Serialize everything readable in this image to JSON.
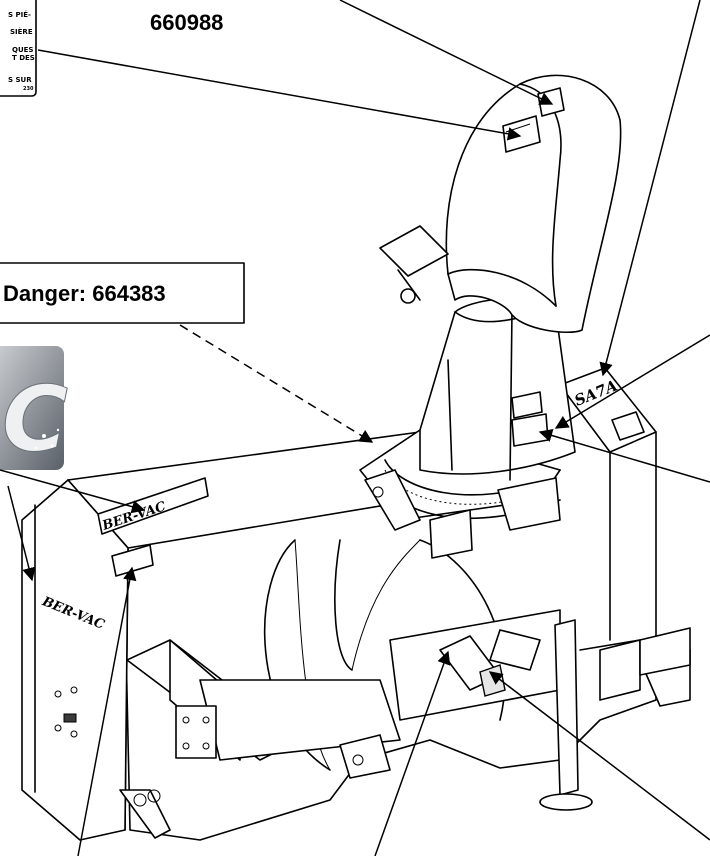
{
  "labels": {
    "part_number_top": "660988",
    "danger_box": "Danger: 664383"
  },
  "decal_fragment": {
    "lines": [
      "S PIÉ-",
      "SIÈRE",
      "QUES",
      "T DES",
      "S SUR"
    ],
    "code": "230"
  },
  "brand": {
    "main": "BER-VAC",
    "side": "BER-VAC",
    "gearbox": "SA7A"
  },
  "logo": {
    "letter": "C",
    "color_light": "#cfd2d6",
    "color_dark": "#5a6068"
  },
  "colors": {
    "line": "#000000",
    "background": "#ffffff",
    "fill": "#ffffff"
  }
}
